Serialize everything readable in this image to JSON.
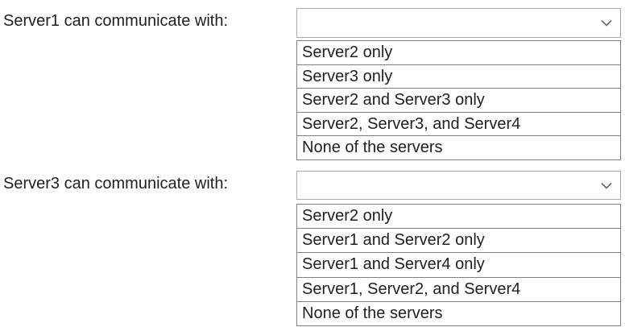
{
  "colors": {
    "background": "#ffffff",
    "text": "#1f1f1f",
    "select_border": "#ababab",
    "list_border": "#7f7f7f",
    "chevron": "#666666"
  },
  "questions": [
    {
      "label": "Server1 can communicate with:",
      "dropdown": {
        "value": "",
        "icon": "chevron-down"
      },
      "options": [
        "Server2 only",
        "Server3 only",
        "Server2 and Server3 only",
        "Server2, Server3, and Server4",
        "None of the servers"
      ]
    },
    {
      "label": "Server3 can communicate with:",
      "dropdown": {
        "value": "",
        "icon": "chevron-down"
      },
      "options": [
        "Server2 only",
        "Server1 and Server2 only",
        "Server1 and Server4 only",
        "Server1, Server2, and Server4",
        "None of the servers"
      ]
    }
  ]
}
